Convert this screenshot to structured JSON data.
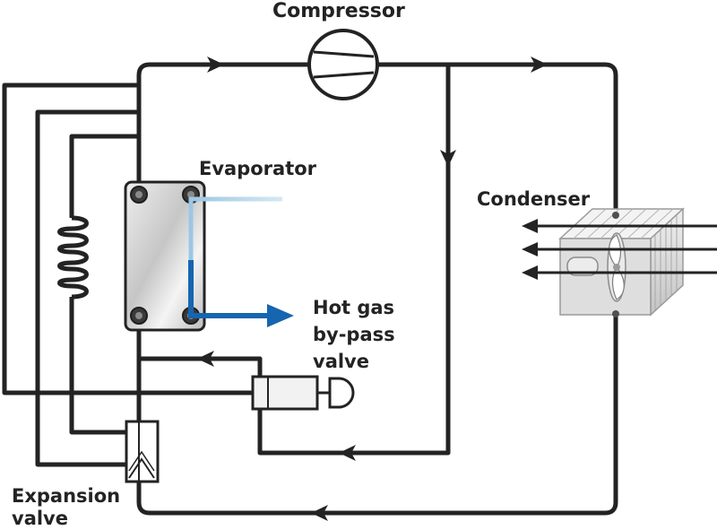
{
  "labels": {
    "compressor": "Compressor",
    "evaporator": "Evaporator",
    "condenser": "Condenser",
    "hot_gas_line1": "Hot gas",
    "hot_gas_line2": "by-pass",
    "hot_gas_line3": "valve",
    "expansion_line1": "Expansion",
    "expansion_line2": "valve"
  },
  "colors": {
    "pipe": "#232323",
    "hot_stream": "#1565b0",
    "cold_stream": "#b8d8ec",
    "component_fill": "#dcdcdc",
    "text": "#232323"
  },
  "icons": [
    "compressor-icon",
    "evaporator-icon",
    "condenser-icon",
    "hot-gas-bypass-valve-icon",
    "expansion-valve-icon",
    "coil-icon",
    "fan-icon",
    "flow-arrow-icon"
  ]
}
